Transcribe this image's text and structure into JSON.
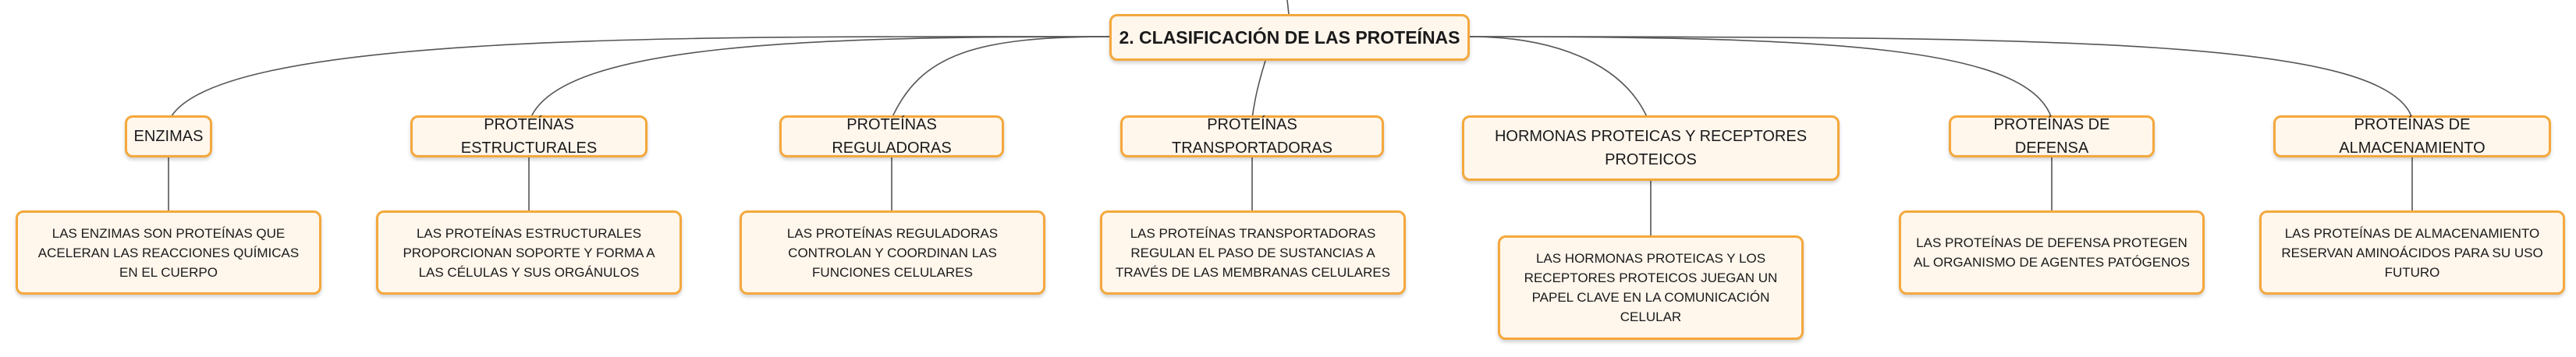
{
  "root": "2. CLASIFICACIÓN DE LAS PROTEÍNAS",
  "categories": [
    {
      "label": "ENZIMAS",
      "description": "LAS ENZIMAS SON PROTEÍNAS QUE ACELERAN LAS REACCIONES QUÍMICAS EN EL CUERPO"
    },
    {
      "label": "PROTEÍNAS ESTRUCTURALES",
      "description": "LAS PROTEÍNAS ESTRUCTURALES PROPORCIONAN SOPORTE Y FORMA A LAS CÉLULAS Y SUS ORGÁNULOS"
    },
    {
      "label": "PROTEÍNAS REGULADORAS",
      "description": "LAS PROTEÍNAS REGULADORAS CONTROLAN Y COORDINAN LAS FUNCIONES CELULARES"
    },
    {
      "label": "PROTEÍNAS TRANSPORTADORAS",
      "description": "LAS PROTEÍNAS TRANSPORTADORAS REGULAN EL PASO DE SUSTANCIAS A TRAVÉS DE LAS MEMBRANAS CELULARES"
    },
    {
      "label": "HORMONAS PROTEICAS Y RECEPTORES PROTEICOS",
      "description": "LAS HORMONAS PROTEICAS Y LOS RECEPTORES PROTEICOS JUEGAN UN PAPEL CLAVE EN LA COMUNICACIÓN CELULAR"
    },
    {
      "label": "PROTEÍNAS DE DEFENSA",
      "description": "LAS PROTEÍNAS DE DEFENSA PROTEGEN AL ORGANISMO DE AGENTES PATÓGENOS"
    },
    {
      "label": "PROTEÍNAS DE ALMACENAMIENTO",
      "description": "LAS PROTEÍNAS DE ALMACENAMIENTO RESERVAN AMINOÁCIDOS PARA SU USO FUTURO"
    }
  ],
  "colors": {
    "border": "#f4a83c",
    "fill": "#fff6ec",
    "line": "#555555"
  }
}
